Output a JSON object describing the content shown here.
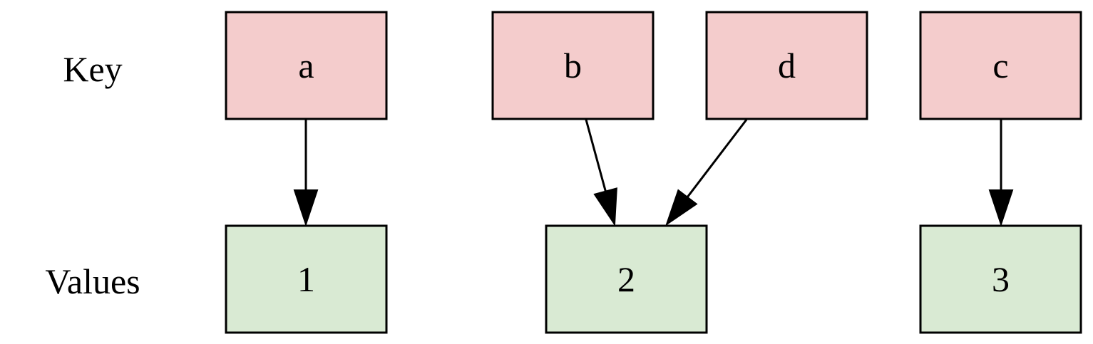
{
  "row_labels": {
    "key": "Key",
    "values": "Values"
  },
  "colors": {
    "key_fill": "#f4cccc",
    "value_fill": "#d9ead3",
    "stroke": "#000000"
  },
  "keys": [
    {
      "id": "a",
      "label": "a"
    },
    {
      "id": "b",
      "label": "b"
    },
    {
      "id": "d",
      "label": "d"
    },
    {
      "id": "c",
      "label": "c"
    }
  ],
  "values": [
    {
      "id": "1",
      "label": "1"
    },
    {
      "id": "2",
      "label": "2"
    },
    {
      "id": "3",
      "label": "3"
    }
  ],
  "edges": [
    {
      "from": "a",
      "to": "1"
    },
    {
      "from": "b",
      "to": "2"
    },
    {
      "from": "d",
      "to": "2"
    },
    {
      "from": "c",
      "to": "3"
    }
  ]
}
